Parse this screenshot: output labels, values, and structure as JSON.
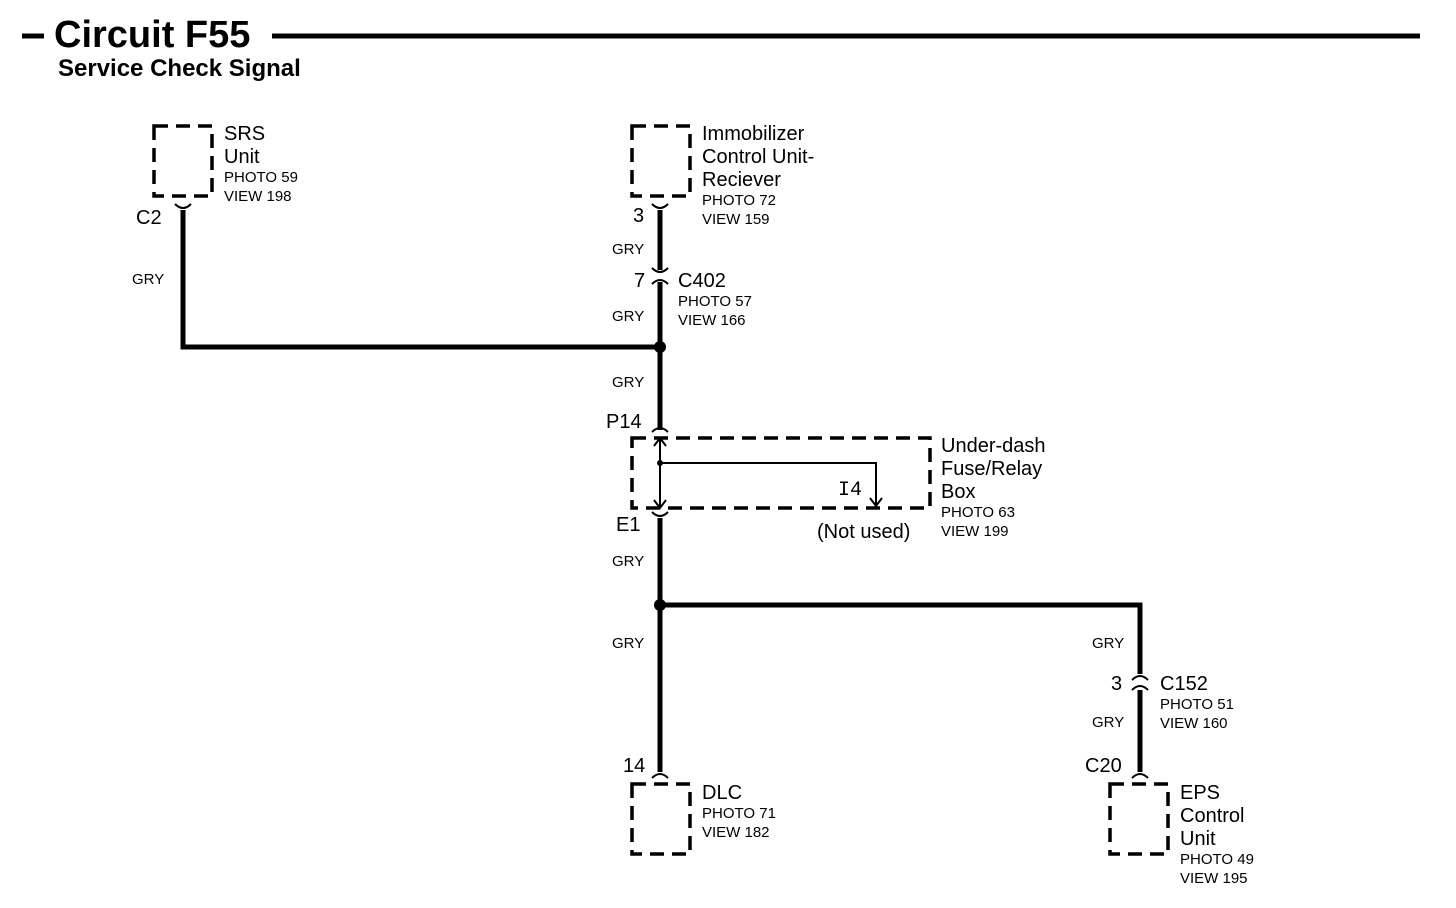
{
  "header": {
    "circuit_title": "Circuit F55",
    "subtitle": "Service Check Signal"
  },
  "components": {
    "srs": {
      "name_line1": "SRS",
      "name_line2": "Unit",
      "photo": "PHOTO 59",
      "view": "VIEW 198",
      "connector": "C2"
    },
    "immobilizer": {
      "name_line1": "Immobilizer",
      "name_line2": "Control Unit-",
      "name_line3": "Reciever",
      "photo": "PHOTO 72",
      "view": "VIEW 159",
      "pin": "3"
    },
    "fusebox": {
      "name_line1": "Under-dash",
      "name_line2": "Fuse/Relay",
      "name_line3": "Box",
      "photo": "PHOTO 63",
      "view": "VIEW 199",
      "connector_top": "P14",
      "connector_bottom": "E1",
      "internal_label": "I4",
      "note": "(Not used)"
    },
    "dlc": {
      "name": "DLC",
      "photo": "PHOTO 71",
      "view": "VIEW 182",
      "pin": "14"
    },
    "eps": {
      "name_line1": "EPS",
      "name_line2": "Control",
      "name_line3": "Unit",
      "photo": "PHOTO 49",
      "view": "VIEW 195",
      "connector": "C20"
    }
  },
  "connectors": {
    "c402": {
      "name": "C402",
      "photo": "PHOTO 57",
      "view": "VIEW 166",
      "pin": "7"
    },
    "c152": {
      "name": "C152",
      "photo": "PHOTO 51",
      "view": "VIEW 160",
      "pin": "3"
    }
  },
  "wire_color": "GRY"
}
